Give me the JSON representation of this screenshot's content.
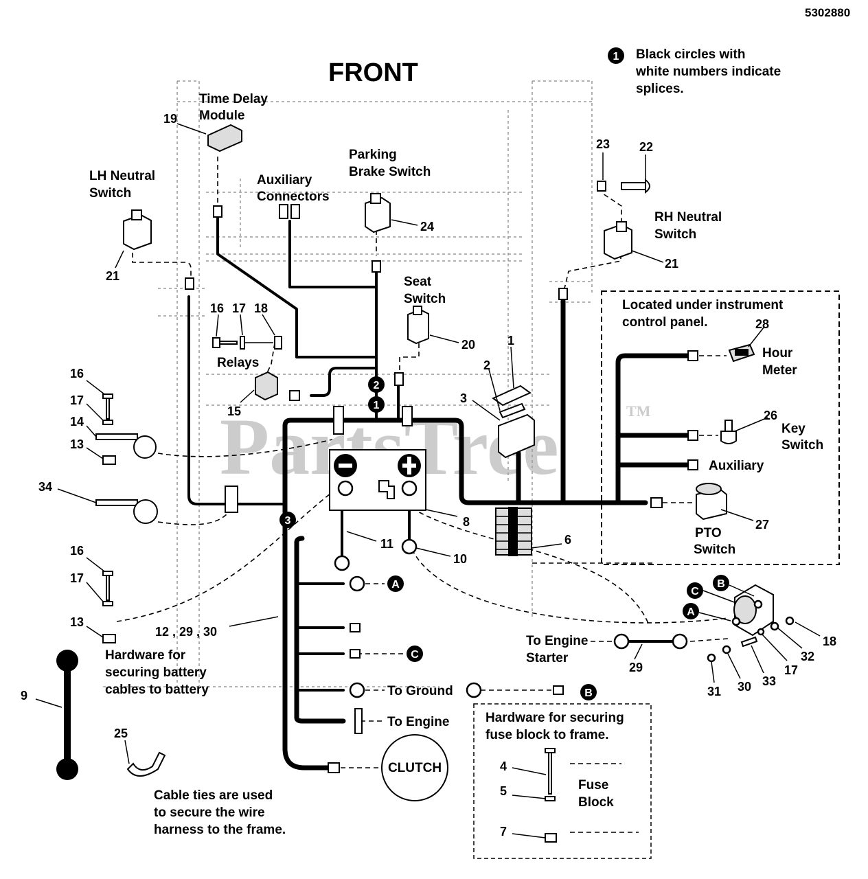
{
  "diagram_id": "5302880",
  "heading": "FRONT",
  "legend": {
    "sample_number": "1",
    "text": [
      "Black circles with",
      "white numbers indicate",
      "splices."
    ]
  },
  "watermark": {
    "text": "PartsTree",
    "tm": "TM"
  },
  "component_labels": {
    "time_delay": [
      "Time Delay",
      "Module"
    ],
    "lh_neutral": [
      "LH Neutral",
      "Switch"
    ],
    "auxiliary_connectors": [
      "Auxiliary",
      "Connectors"
    ],
    "parking_brake": [
      "Parking",
      "Brake Switch"
    ],
    "rh_neutral": [
      "RH Neutral",
      "Switch"
    ],
    "seat_switch": [
      "Seat",
      "Switch"
    ],
    "relays": "Relays",
    "hour_meter": [
      "Hour",
      "Meter"
    ],
    "key_switch": [
      "Key",
      "Switch"
    ],
    "auxiliary": "Auxiliary",
    "pto_switch": [
      "PTO",
      "Switch"
    ],
    "to_engine_starter": [
      "To Engine",
      "Starter"
    ],
    "to_ground": "To Ground",
    "to_engine": "To Engine",
    "clutch": "CLUTCH",
    "fuse_block": [
      "Fuse",
      "Block"
    ]
  },
  "boxes": {
    "instrument_panel": [
      "Located under instrument",
      "control panel."
    ],
    "fuse_hardware": [
      "Hardware for securing",
      "fuse block to frame."
    ]
  },
  "notes": {
    "battery_hardware": [
      "Hardware for",
      "securing battery",
      "cables to battery"
    ],
    "cable_ties": [
      "Cable ties are used",
      "to secure the wire",
      "harness to the frame."
    ]
  },
  "splices": [
    "1",
    "2",
    "3"
  ],
  "connection_markers": [
    "A",
    "B",
    "C"
  ],
  "callouts": {
    "c19": "19",
    "c21l": "21",
    "c21r": "21",
    "c24": "24",
    "c23": "23",
    "c22": "22",
    "c16a": "16",
    "c17a": "17",
    "c18a": "18",
    "c15": "15",
    "c20": "20",
    "c1": "1",
    "c2": "2",
    "c3": "3",
    "c28": "28",
    "c26": "26",
    "c27": "27",
    "c16b": "16",
    "c17b": "17",
    "c14": "14",
    "c13a": "13",
    "c34": "34",
    "c16c": "16",
    "c17c": "17",
    "c13b": "13",
    "c9": "9",
    "c25": "25",
    "c11": "11",
    "c10": "10",
    "c8": "8",
    "c6": "6",
    "c12": "12 , 29 , 30",
    "c29": "29",
    "c18b": "18",
    "c32": "32",
    "c17d": "17",
    "c33": "33",
    "c30": "30",
    "c31": "31",
    "c4": "4",
    "c5": "5",
    "c7": "7"
  }
}
